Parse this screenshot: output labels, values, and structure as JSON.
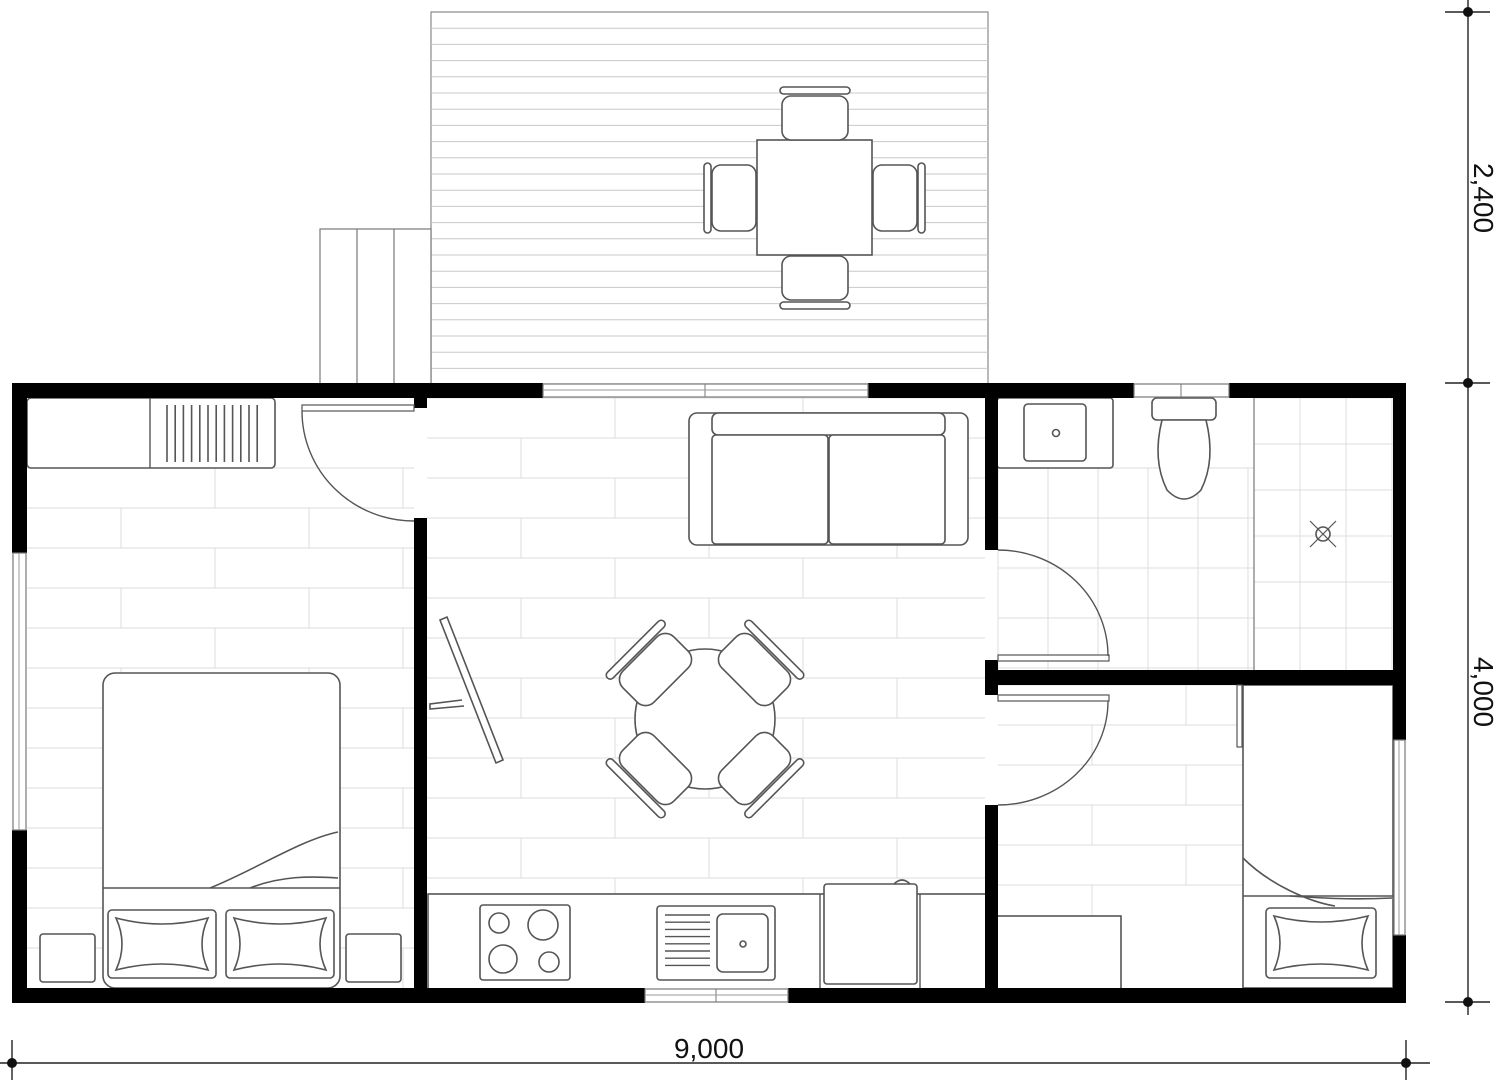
{
  "dimensions": {
    "width_label": "9,000",
    "deck_depth_label": "2,400",
    "house_depth_label": "4,000"
  }
}
